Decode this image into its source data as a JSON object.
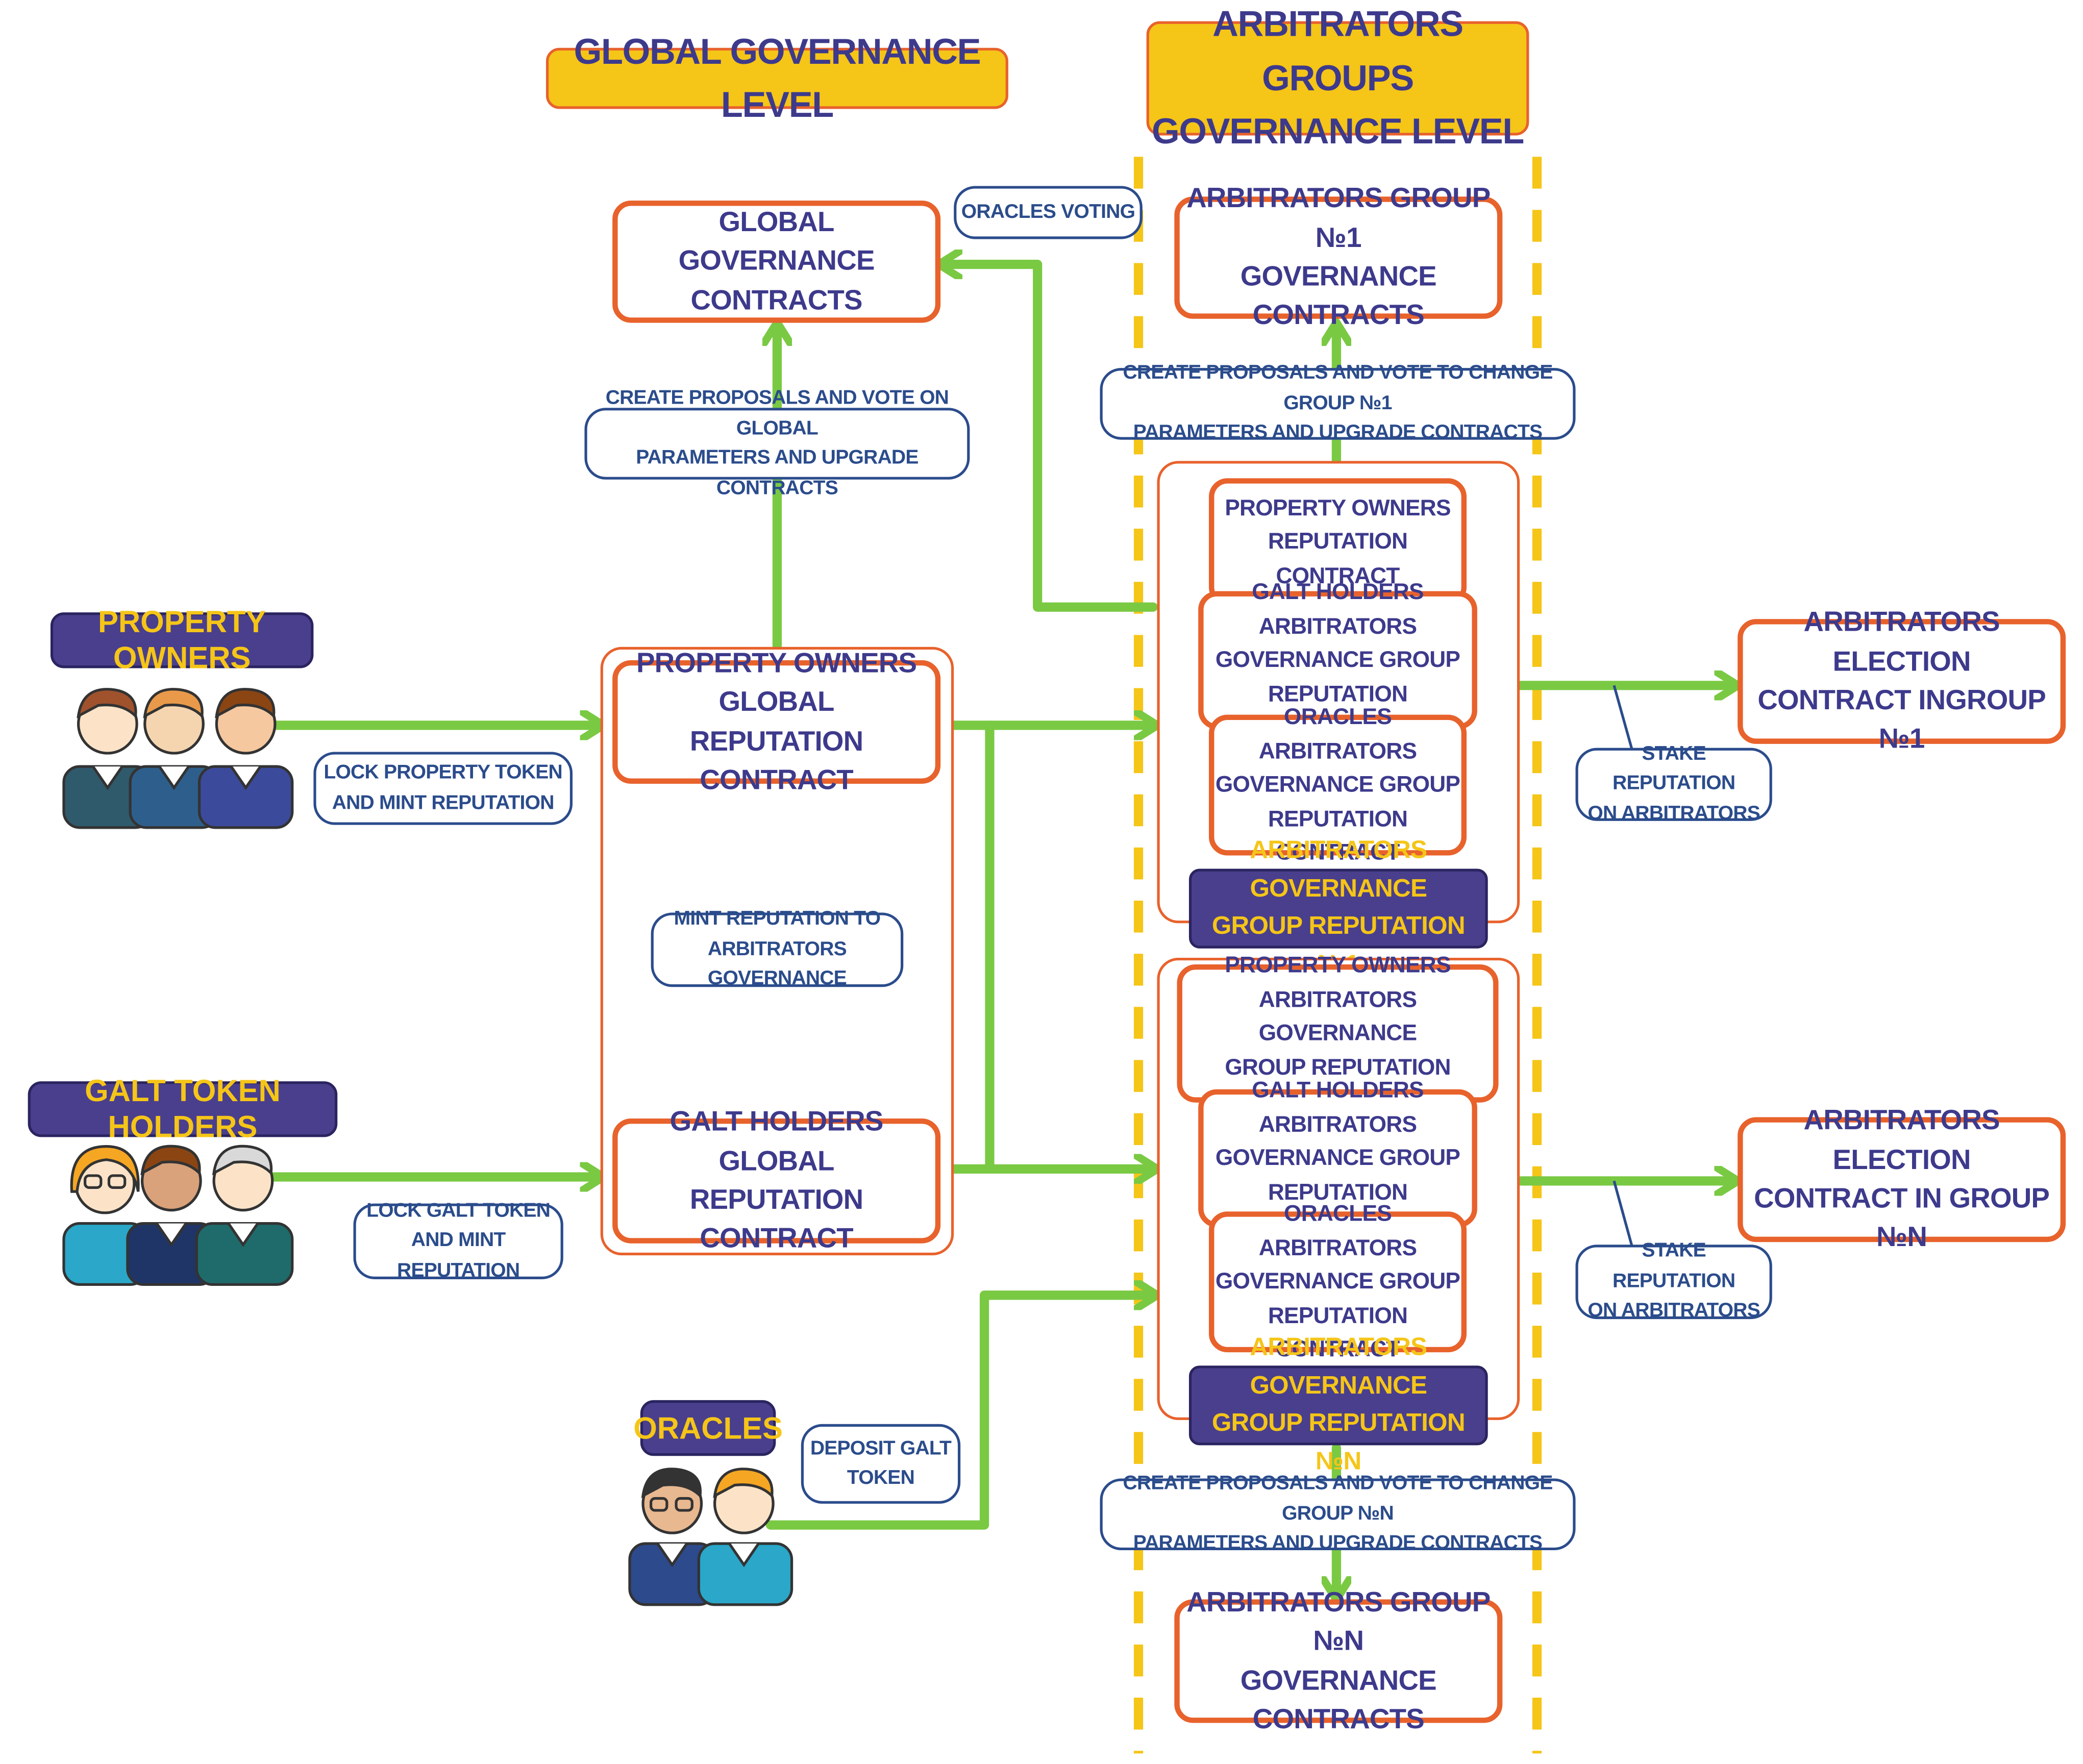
{
  "levels": {
    "global": "GLOBAL GOVERNANCE LEVEL",
    "groups": "ARBITRATORS GROUPS\nGOVERNANCE LEVEL"
  },
  "actors": {
    "property_owners": "PROPERTY OWNERS",
    "galt_holders": "GALT TOKEN HOLDERS",
    "oracles": "ORACLES"
  },
  "contracts": {
    "global_governance": "GLOBAL GOVERNANCE\nCONTRACTS",
    "property_owners_global": "PROPERTY OWNERS GLOBAL\nREPUTATION CONTRACT",
    "galt_holders_global": "GALT HOLDERS GLOBAL\nREPUTATION CONTRACT",
    "group1_governance": "ARBITRATORS GROUP №1\nGOVERNANCE CONTRACTS",
    "groupN_governance": "ARBITRATORS GROUP №N\nGOVERNANCE CONTRACTS",
    "election1": "ARBITRATORS ELECTION\nCONTRACT INGROUP №1",
    "electionN": "ARBITRATORS ELECTION\nCONTRACT IN GROUP №N"
  },
  "group1": {
    "property_owners_rep": "PROPERTY OWNERS\nREPUTATION CONTRACT",
    "galt_holders_rep": "GALT HOLDERS ARBITRATORS\nGOVERNANCE GROUP\nREPUTATION CONTRACT",
    "oracles_rep": "ORACLES ARBITRATORS\nGOVERNANCE GROUP\nREPUTATION CONTRACT",
    "title": "ARBITRATORS GOVERNANCE\nGROUP REPUTATION №1"
  },
  "groupN": {
    "property_owners_rep": "PROPERTY OWNERS\nARBITRATORS GOVERNANCE\nGROUP REPUTATION CONTRACT",
    "galt_holders_rep": "GALT HOLDERS ARBITRATORS\nGOVERNANCE GROUP\nREPUTATION CONTRACT",
    "oracles_rep": "ORACLES ARBITRATORS\nGOVERNANCE GROUP\nREPUTATION CONTRACT",
    "title": "ARBITRATORS GOVERNANCE\nGROUP REPUTATION №N"
  },
  "labels": {
    "oracles_voting": "ORACLES VOTING",
    "global_proposals": "CREATE PROPOSALS AND VOTE ON GLOBAL\nPARAMETERS AND UPGRADE CONTRACTS",
    "group1_proposals": "CREATE PROPOSALS AND VOTE TO CHANGE GROUP №1\nPARAMETERS AND UPGRADE CONTRACTS",
    "groupN_proposals": "CREATE PROPOSALS AND VOTE TO CHANGE GROUP №N\nPARAMETERS AND UPGRADE CONTRACTS",
    "lock_property": "LOCK PROPERTY TOKEN\nAND MINT REPUTATION",
    "lock_galt": "LOCK GALT TOKEN\nAND MINT REPUTATION",
    "mint_to_groups": "MINT REPUTATION TO\nARBITRATORS GOVERNANCE",
    "deposit_galt": "DEPOSIT GALT\nTOKEN",
    "stake1": "STAKE REPUTATION\nON ARBITRATORS",
    "stakeN": "STAKE REPUTATION\nON ARBITRATORS"
  },
  "colors": {
    "arrow": "#7ac943",
    "contract_border": "#e8622c",
    "navy_text": "#3d3a8c",
    "level_fill": "#f5c518",
    "actor_fill": "#4a3f8c",
    "divider": "#f5c518"
  }
}
